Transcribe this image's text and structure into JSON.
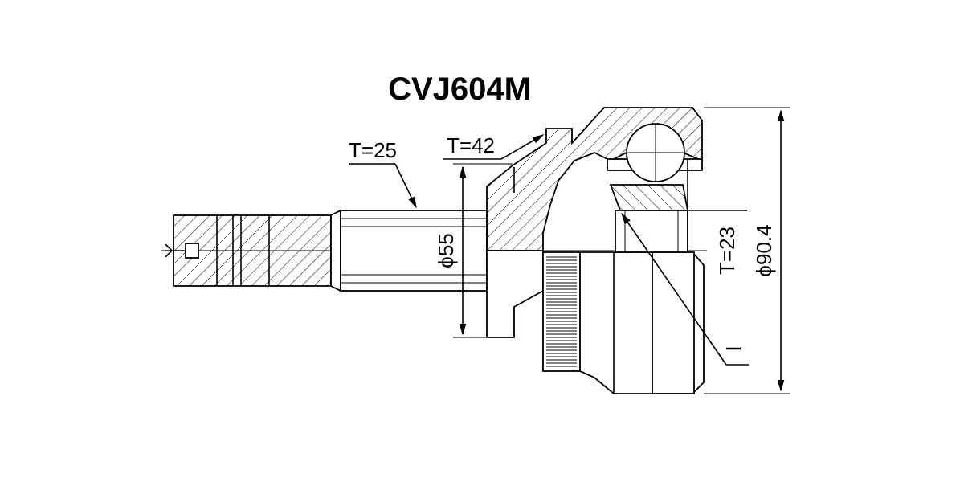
{
  "part_number": "CVJ604M",
  "dimensions": {
    "shaft_spline_teeth": "T=25",
    "outer_spline_teeth": "T=42",
    "shaft_diameter": "ϕ55",
    "inner_spline_teeth": "T=23",
    "outer_diameter": "ϕ90.4",
    "callout": "I"
  },
  "colors": {
    "line": "#000000",
    "background": "#ffffff"
  }
}
